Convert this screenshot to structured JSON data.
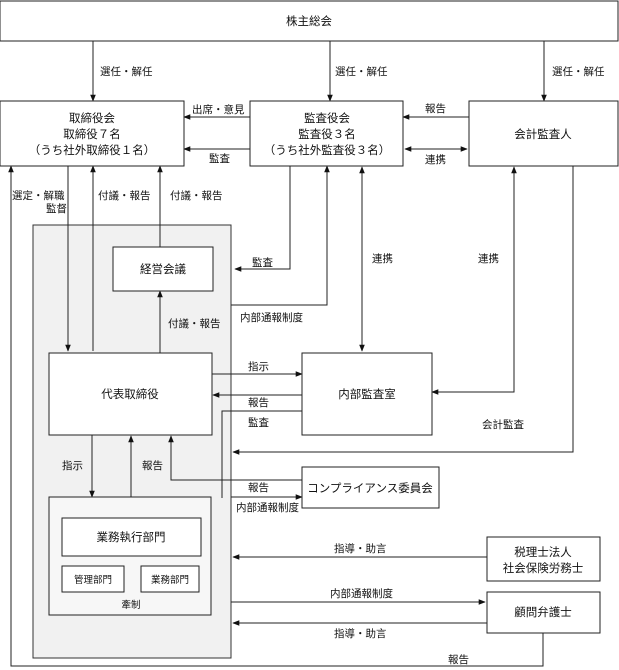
{
  "nodes": {
    "shareholders_meeting": {
      "label": "株主総会"
    },
    "board": {
      "lines": [
        "取締役会",
        "取締役７名",
        "（うち社外取締役１名）"
      ]
    },
    "audit_board": {
      "lines": [
        "監査役会",
        "監査役３名",
        "（うち社外監査役３名）"
      ]
    },
    "accounting_auditor": {
      "label": "会計監査人"
    },
    "management_meeting": {
      "label": "経営会議"
    },
    "representative_director": {
      "label": "代表取締役"
    },
    "internal_audit_office": {
      "label": "内部監査室"
    },
    "compliance_committee": {
      "label": "コンプライアンス委員会"
    },
    "business_execution": {
      "label": "業務執行部門"
    },
    "management_division": {
      "label": "管理部門"
    },
    "business_division": {
      "label": "業務部門"
    },
    "restraint": {
      "label": "牽制"
    },
    "tax_firm": {
      "lines": [
        "税理士法人",
        "社会保険労務士"
      ]
    },
    "legal_counsel": {
      "label": "顧問弁護士"
    }
  },
  "edge_labels": {
    "elect_dismiss_board": "選任・解任",
    "elect_dismiss_audit": "選任・解任",
    "elect_dismiss_auditor": "選任・解任",
    "attend_opinion": "出席・意見",
    "audit_board_audit": "監査",
    "report_auditor_to_audit": "報告",
    "cooperate_audit_auditor": "連携",
    "select_dismiss_supervise": [
      "選定・解職",
      "監督"
    ],
    "submit_report_rep": "付議・報告",
    "submit_report_mgmt": "付議・報告",
    "audit_mgmt": "監査",
    "whistleblow_1": "内部通報制度",
    "cooperate_audit_internal": "連携",
    "cooperate_internal_auditor": "連携",
    "submit_report_mgmt_rep": "付議・報告",
    "instruct_internal": "指示",
    "report_internal": "報告",
    "audit_internal": "監査",
    "accounting_audit": "会計監査",
    "instruct_exec": "指示",
    "report_exec": "報告",
    "report_compliance": "報告",
    "whistleblow_2": "内部通報制度",
    "guidance_tax": "指導・助言",
    "whistleblow_3": "内部通報制度",
    "guidance_legal": "指導・助言",
    "report_legal": "報告"
  }
}
